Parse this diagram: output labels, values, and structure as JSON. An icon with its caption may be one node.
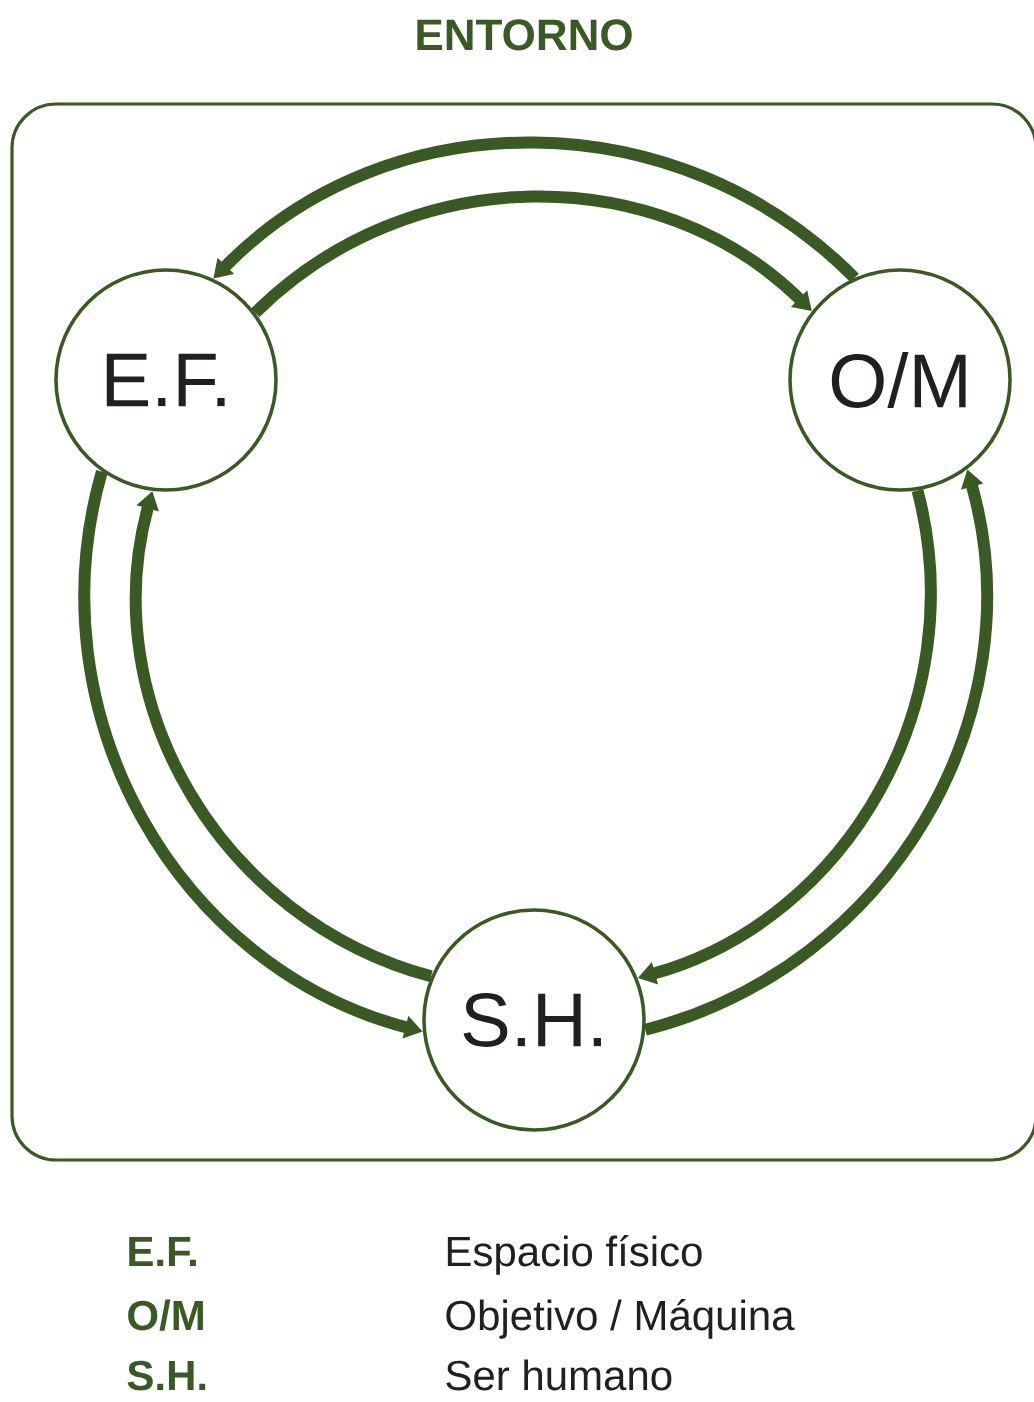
{
  "diagram": {
    "nodes": [
      {
        "text": [
          "ENTORNO"
        ]
      },
      {
        "text": [
          "E.F."
        ],
        "in": 0
      },
      {
        "text": [
          "O/M"
        ],
        "in": 0
      },
      {
        "text": [
          "S.H."
        ],
        "in": 0
      }
    ],
    "edges": [
      {
        "from": 2,
        "to": 1,
        "arrow": "to"
      },
      {
        "from": 1,
        "to": 2,
        "arrow": "to"
      },
      {
        "from": 1,
        "to": 3,
        "arrow": "to"
      },
      {
        "from": 3,
        "to": 1,
        "arrow": "to"
      },
      {
        "from": 2,
        "to": 3,
        "arrow": "to"
      },
      {
        "from": 3,
        "to": 2,
        "arrow": "to"
      }
    ],
    "labels": [
      "E.F.",
      "Espacio físico",
      "O/M",
      "Objetivo / Máquina",
      "S.H.",
      "Ser humano"
    ]
  }
}
